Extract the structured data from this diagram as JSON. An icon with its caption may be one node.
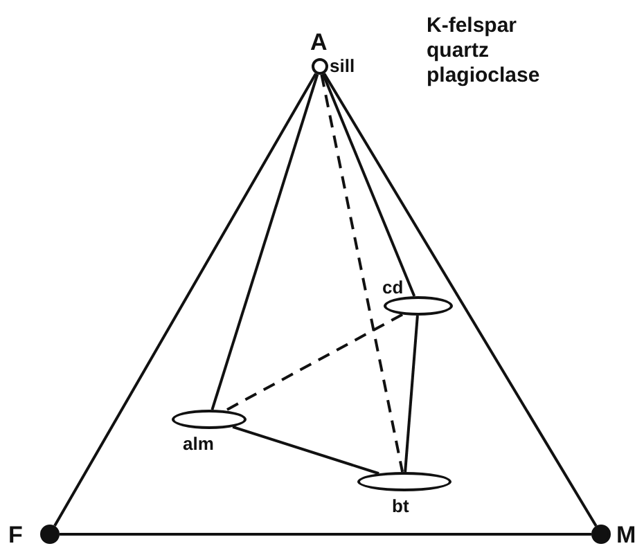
{
  "diagram": {
    "nodes": [
      {
        "text": [],
        "shape": "circle",
        "beside": [
          "A",
          "sill"
        ]
      },
      {
        "text": [],
        "shape": "circle",
        "beside": [
          "F"
        ]
      },
      {
        "text": [],
        "shape": "circle",
        "beside": [
          "M"
        ]
      },
      {
        "text": [],
        "shape": "ellipse",
        "beside": [
          "cd"
        ]
      },
      {
        "text": [],
        "shape": "ellipse",
        "beside": [
          "alm"
        ]
      },
      {
        "text": [],
        "shape": "ellipse",
        "beside": [
          "bt"
        ]
      }
    ],
    "edges": [
      {
        "from": 0,
        "to": 1,
        "arrow": "none"
      },
      {
        "from": 0,
        "to": 2,
        "arrow": "none"
      },
      {
        "from": 1,
        "to": 2,
        "arrow": "none"
      },
      {
        "from": 0,
        "to": 4,
        "arrow": "none"
      },
      {
        "from": 0,
        "to": 5,
        "arrow": "none",
        "style": "dashed"
      },
      {
        "from": 0,
        "to": 3,
        "arrow": "none"
      },
      {
        "from": 3,
        "to": 4,
        "arrow": "none",
        "style": "dashed"
      },
      {
        "from": 3,
        "to": 5,
        "arrow": "none"
      },
      {
        "from": 4,
        "to": 5,
        "arrow": "none"
      }
    ],
    "labels": [
      "K-felspar",
      "quartz",
      "plagioclase"
    ]
  }
}
